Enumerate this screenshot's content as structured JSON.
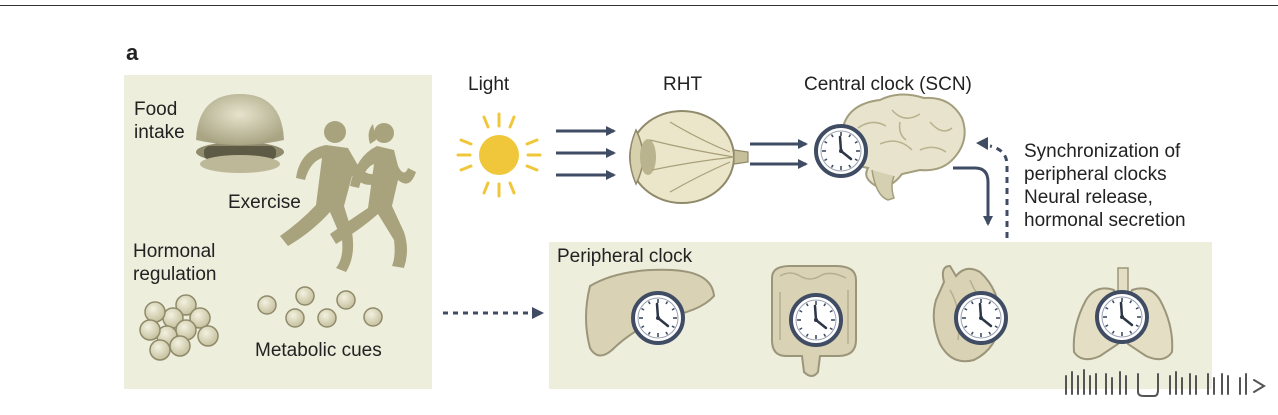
{
  "panel_letter": "a",
  "left": {
    "food_intake": [
      "Food",
      "intake"
    ],
    "exercise": "Exercise",
    "hormonal_regulation": [
      "Hormonal",
      "regulation"
    ],
    "metabolic_cues": "Metabolic cues"
  },
  "pathway": {
    "light": "Light",
    "rht": "RHT",
    "central_clock": "Central clock (SCN)"
  },
  "sync": [
    "Synchronization of",
    "peripheral clocks",
    "Neural release,",
    "hormonal secretion"
  ],
  "peripheral_clock": "Peripheral clock",
  "organs": [
    "liver-icon",
    "intestine-icon",
    "heart-icon",
    "lungs-icon"
  ],
  "colors": {
    "panel": "#eeeedd",
    "arrow": "#3f4c63",
    "sun": "#f0c63a",
    "organ": "#d9d2b4",
    "silhouette": "#a8a37d",
    "clock_rim": "#3f4c63"
  }
}
